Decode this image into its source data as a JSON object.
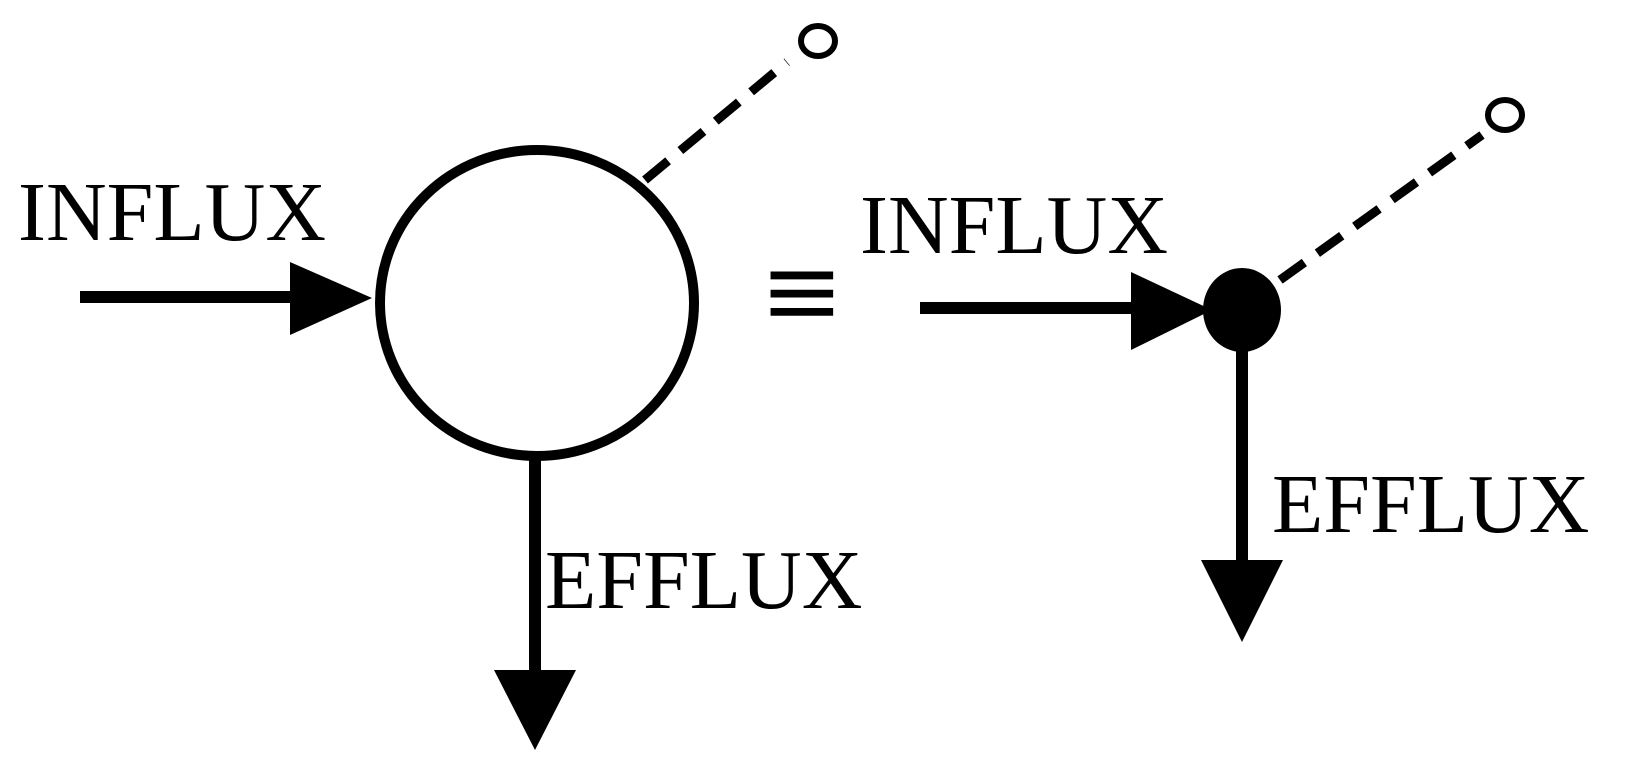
{
  "colors": {
    "ink": "#000000",
    "background": "#ffffff"
  },
  "left_node": {
    "influx_label": "INFLUX",
    "efflux_label": "EFFLUX"
  },
  "equivalence_symbol": "≡",
  "right_node": {
    "influx_label": "INFLUX",
    "efflux_label": "EFFLUX"
  }
}
